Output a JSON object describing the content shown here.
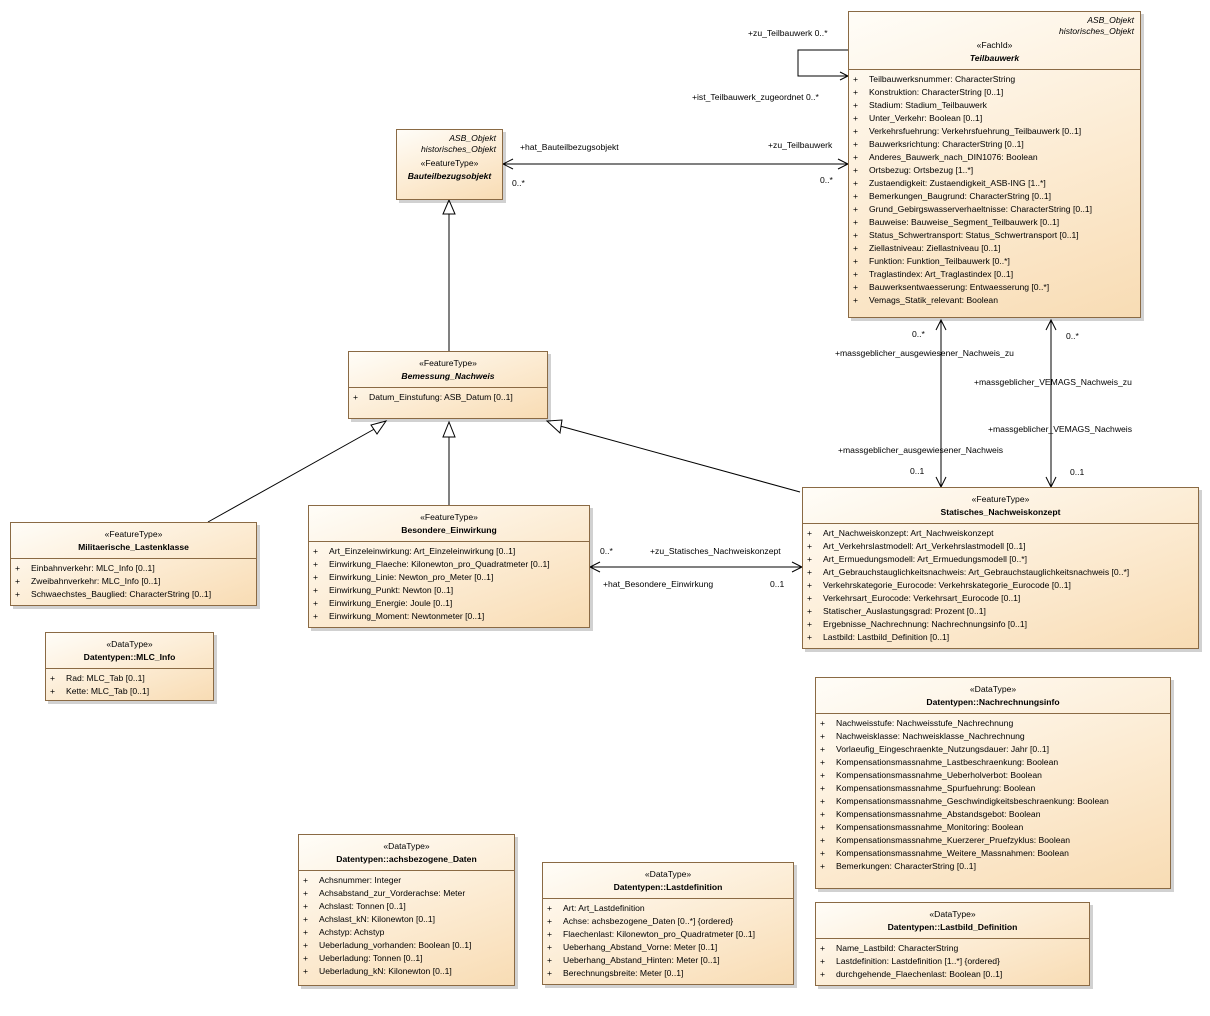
{
  "classes": {
    "teilbauwerk": {
      "tagged": [
        "ASB_Objekt",
        "historisches_Objekt"
      ],
      "stereotype": "«FachId»",
      "name": "Teilbauwerk",
      "attributes": [
        "Teilbauwerksnummer: CharacterString",
        "Konstruktion: CharacterString [0..1]",
        "Stadium: Stadium_Teilbauwerk",
        "Unter_Verkehr: Boolean [0..1]",
        "Verkehrsfuehrung: Verkehrsfuehrung_Teilbauwerk [0..1]",
        "Bauwerksrichtung: CharacterString [0..1]",
        "Anderes_Bauwerk_nach_DIN1076: Boolean",
        "Ortsbezug: Ortsbezug [1..*]",
        "Zustaendigkeit: Zustaendigkeit_ASB-ING [1..*]",
        "Bemerkungen_Baugrund: CharacterString [0..1]",
        "Grund_Gebirgswasserverhaeltnisse: CharacterString [0..1]",
        "Bauweise: Bauweise_Segment_Teilbauwerk [0..1]",
        "Status_Schwertransport: Status_Schwertransport [0..1]",
        "Ziellastniveau: Ziellastniveau [0..1]",
        "Funktion: Funktion_Teilbauwerk [0..*]",
        "Traglastindex: Art_Traglastindex [0..1]",
        "Bauwerksentwaesserung: Entwaesserung [0..*]",
        "Vemags_Statik_relevant: Boolean"
      ]
    },
    "bauteilbezugsobjekt": {
      "tagged": [
        "ASB_Objekt",
        "historisches_Objekt"
      ],
      "stereotype": "«FeatureType»",
      "name": "Bauteilbezugsobjekt",
      "attributes": []
    },
    "bemessung": {
      "stereotype": "«FeatureType»",
      "name": "Bemessung_Nachweis",
      "attributes": [
        "Datum_Einstufung: ASB_Datum [0..1]"
      ]
    },
    "militaerische": {
      "stereotype": "«FeatureType»",
      "name": "Militaerische_Lastenklasse",
      "attributes": [
        "Einbahnverkehr: MLC_Info [0..1]",
        "Zweibahnverkehr: MLC_Info [0..1]",
        "Schwaechstes_Bauglied: CharacterString [0..1]"
      ]
    },
    "besondere": {
      "stereotype": "«FeatureType»",
      "name": "Besondere_Einwirkung",
      "attributes": [
        "Art_Einzeleinwirkung: Art_Einzeleinwirkung [0..1]",
        "Einwirkung_Flaeche: Kilonewton_pro_Quadratmeter [0..1]",
        "Einwirkung_Linie: Newton_pro_Meter [0..1]",
        "Einwirkung_Punkt: Newton [0..1]",
        "Einwirkung_Energie: Joule [0..1]",
        "Einwirkung_Moment: Newtonmeter [0..1]"
      ]
    },
    "statisches": {
      "stereotype": "«FeatureType»",
      "name": "Statisches_Nachweiskonzept",
      "attributes": [
        "Art_Nachweiskonzept: Art_Nachweiskonzept",
        "Art_Verkehrslastmodell: Art_Verkehrslastmodell [0..1]",
        "Art_Ermuedungsmodell: Art_Ermuedungsmodell [0..*]",
        "Art_Gebrauchstauglichkeitsnachweis: Art_Gebrauchstauglichkeitsnachweis [0..*]",
        "Verkehrskategorie_Eurocode: Verkehrskategorie_Eurocode [0..1]",
        "Verkehrsart_Eurocode: Verkehrsart_Eurocode [0..1]",
        "Statischer_Auslastungsgrad: Prozent [0..1]",
        "Ergebnisse_Nachrechnung: Nachrechnungsinfo [0..1]",
        "Lastbild: Lastbild_Definition [0..1]"
      ]
    },
    "mlcinfo": {
      "stereotype": "«DataType»",
      "name": "Datentypen::MLC_Info",
      "attributes": [
        "Rad: MLC_Tab [0..1]",
        "Kette: MLC_Tab [0..1]"
      ]
    },
    "nachrechnungsinfo": {
      "stereotype": "«DataType»",
      "name": "Datentypen::Nachrechnungsinfo",
      "attributes": [
        "Nachweisstufe: Nachweisstufe_Nachrechnung",
        "Nachweisklasse: Nachweisklasse_Nachrechnung",
        "Vorlaeufig_Eingeschraenkte_Nutzungsdauer: Jahr [0..1]",
        "Kompensationsmassnahme_Lastbeschraenkung: Boolean",
        "Kompensationsmassnahme_Ueberholverbot: Boolean",
        "Kompensationsmassnahme_Spurfuehrung: Boolean",
        "Kompensationsmassnahme_Geschwindigkeitsbeschraenkung: Boolean",
        "Kompensationsmassnahme_Abstandsgebot: Boolean",
        "Kompensationsmassnahme_Monitoring: Boolean",
        "Kompensationsmassnahme_Kuerzerer_Pruefzyklus: Boolean",
        "Kompensationsmassnahme_Weitere_Massnahmen: Boolean",
        "Bemerkungen: CharacterString [0..1]"
      ]
    },
    "achsbezogene": {
      "stereotype": "«DataType»",
      "name": "Datentypen::achsbezogene_Daten",
      "attributes": [
        "Achsnummer: Integer",
        "Achsabstand_zur_Vorderachse: Meter",
        "Achslast: Tonnen [0..1]",
        "Achslast_kN: Kilonewton [0..1]",
        "Achstyp: Achstyp",
        "Ueberladung_vorhanden: Boolean [0..1]",
        "Ueberladung: Tonnen [0..1]",
        "Ueberladung_kN: Kilonewton [0..1]"
      ]
    },
    "lastdefinition": {
      "stereotype": "«DataType»",
      "name": "Datentypen::Lastdefinition",
      "attributes": [
        "Art: Art_Lastdefinition",
        "Achse: achsbezogene_Daten [0..*] {ordered}",
        "Flaechenlast: Kilonewton_pro_Quadratmeter [0..1]",
        "Ueberhang_Abstand_Vorne: Meter [0..1]",
        "Ueberhang_Abstand_Hinten: Meter [0..1]",
        "Berechnungsbreite: Meter [0..1]"
      ]
    },
    "lastbild": {
      "stereotype": "«DataType»",
      "name": "Datentypen::Lastbild_Definition",
      "attributes": [
        "Name_Lastbild: CharacterString",
        "Lastdefinition: Lastdefinition [1..*] {ordered}",
        "durchgehende_Flaechenlast: Boolean [0..1]"
      ]
    }
  },
  "visibility": "+",
  "labels": {
    "zu_teilbauwerk_self": "+zu_Teilbauwerk 0..*",
    "ist_teilbauwerk": "+ist_Teilbauwerk_zugeordnet 0..*",
    "hat_bauteilbezug": "+hat_Bauteilbezugsobjekt",
    "zu_teilbauwerk": "+zu_Teilbauwerk",
    "mult_bto": "0..*",
    "mult_tbw": "0..*",
    "mult_ang_top": "0..*",
    "ang_zu": "+massgeblicher_ausgewiesener_Nachweis_zu",
    "ang": "+massgeblicher_ausgewiesener_Nachweis",
    "mult_ang_bottom": "0..1",
    "mult_vem_top": "0..*",
    "vem_zu": "+massgeblicher_VEMAGS_Nachweis_zu",
    "vem": "+massgeblicher_VEMAGS_Nachweis",
    "mult_vem_bottom": "0..1",
    "mult_be": "0..*",
    "zu_statisches": "+zu_Statisches_Nachweiskonzept",
    "hat_besondere": "+hat_Besondere_Einwirkung",
    "mult_stat": "0..1"
  }
}
